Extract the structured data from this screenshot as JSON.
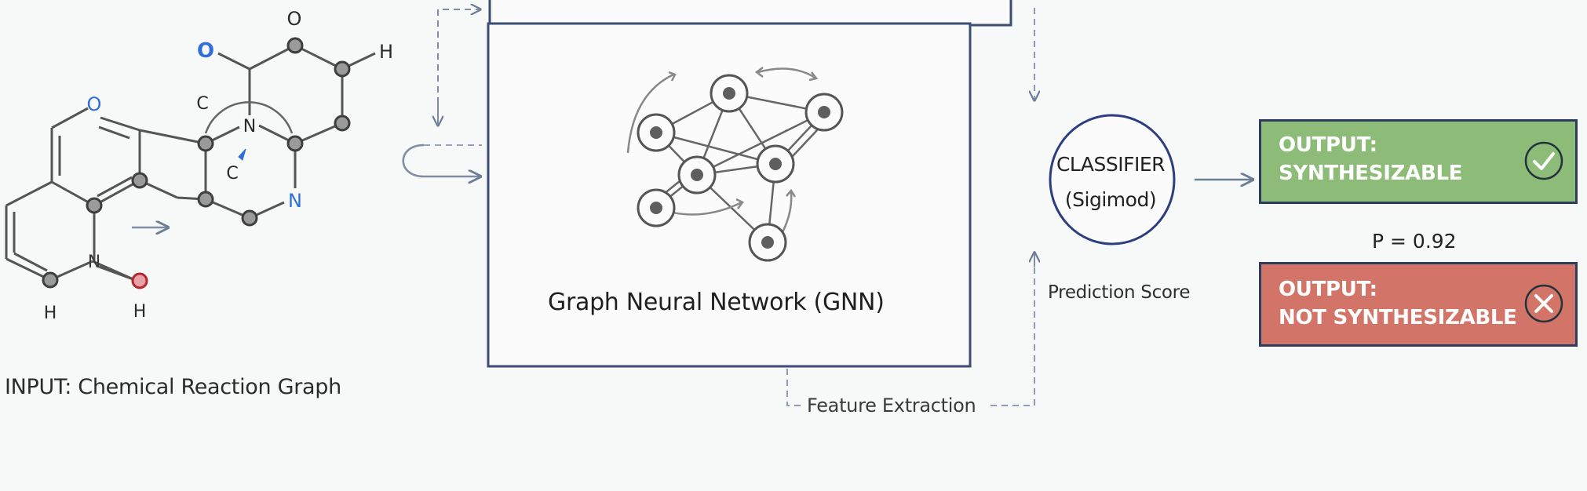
{
  "input": {
    "label": "INPUT: Chemical Reaction Graph",
    "atom_labels": [
      {
        "id": "o-top",
        "text": "O",
        "color": "#2a2a2a"
      },
      {
        "id": "o-blue-top",
        "text": "O",
        "color": "#2f6fd6"
      },
      {
        "id": "h-top-right",
        "text": "H",
        "color": "#2a2a2a"
      },
      {
        "id": "o-blue-left",
        "text": "O",
        "color": "#2f6fd6"
      },
      {
        "id": "c-upper",
        "text": "C",
        "color": "#2a2a2a"
      },
      {
        "id": "n-center",
        "text": "N",
        "color": "#2a2a2a"
      },
      {
        "id": "c-lower",
        "text": "C",
        "color": "#2a2a2a"
      },
      {
        "id": "n-blue",
        "text": "N",
        "color": "#2f6fd6"
      },
      {
        "id": "n-bottom",
        "text": "N",
        "color": "#2a2a2a"
      },
      {
        "id": "h-bottom-left",
        "text": "H",
        "color": "#2a2a2a"
      },
      {
        "id": "h-bottom-right",
        "text": "H",
        "color": "#2a2a2a"
      }
    ]
  },
  "gnn": {
    "label": "Graph Neural Network (GNN)"
  },
  "flow": {
    "feature_extraction": "Feature Extraction",
    "prediction_score": "Prediction Score"
  },
  "classifier": {
    "line1": "CLASSIFIER",
    "line2": "(Sigimod)"
  },
  "outputs": [
    {
      "line1": "OUTPUT:",
      "line2": "SYNTHESIZABLE",
      "icon": "check-circle-icon",
      "color": "#8cbc78"
    },
    {
      "line1": "OUTPUT:",
      "line2": "NOT SYNTHESIZABLE",
      "icon": "x-circle-icon",
      "color": "#d27468"
    }
  ],
  "probability": "P = 0.92",
  "colors": {
    "accent_navy": "#2c3e6e",
    "arrow": "#7f8da3",
    "heteroatom_blue": "#2f6fd6",
    "oxygen_red": "#c0393b"
  }
}
